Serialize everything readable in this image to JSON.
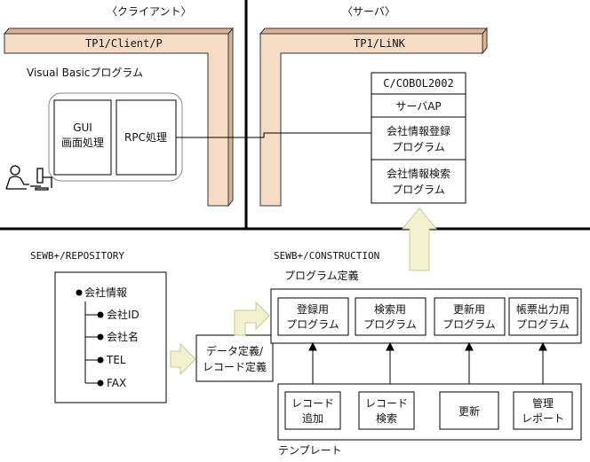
{
  "client": {
    "heading": "〈クライアント〉",
    "bar_label": "TP1/Client/P",
    "program_label": "Visual Basicプログラム",
    "gui_line1": "GUI",
    "gui_line2": "画面処理",
    "rpc_label": "RPC処理"
  },
  "server": {
    "heading": "〈サーバ〉",
    "bar_label": "TP1/LiNK",
    "stack": [
      "C/COBOL2002",
      "サーバAP",
      "会社情報登録",
      "プログラム",
      "会社情報検索",
      "プログラム"
    ]
  },
  "repository": {
    "title": "SEWB+/REPOSITORY",
    "root": "会社情報",
    "items": [
      "会社ID",
      "会社名",
      "TEL",
      "FAX"
    ]
  },
  "definition": {
    "line1": "データ定義/",
    "line2": "レコード定義"
  },
  "construction": {
    "title": "SEWB+/CONSTRUCTION",
    "program_def_label": "プログラム定義",
    "programs": [
      [
        "登録用",
        "プログラム"
      ],
      [
        "検索用",
        "プログラム"
      ],
      [
        "更新用",
        "プログラム"
      ],
      [
        "帳票出力用",
        "プログラム"
      ]
    ],
    "templates": [
      [
        "レコード",
        "追加"
      ],
      [
        "レコード",
        "検索"
      ],
      [
        "更新",
        ""
      ],
      [
        "管理",
        "レポート"
      ]
    ],
    "template_label": "テンプレート"
  },
  "colors": {
    "bar_fill": "#f6dcc4",
    "bar_shade": "#d9b394",
    "arrow_fill": "#f3f2cf",
    "arrow_stroke": "#c7c598"
  }
}
